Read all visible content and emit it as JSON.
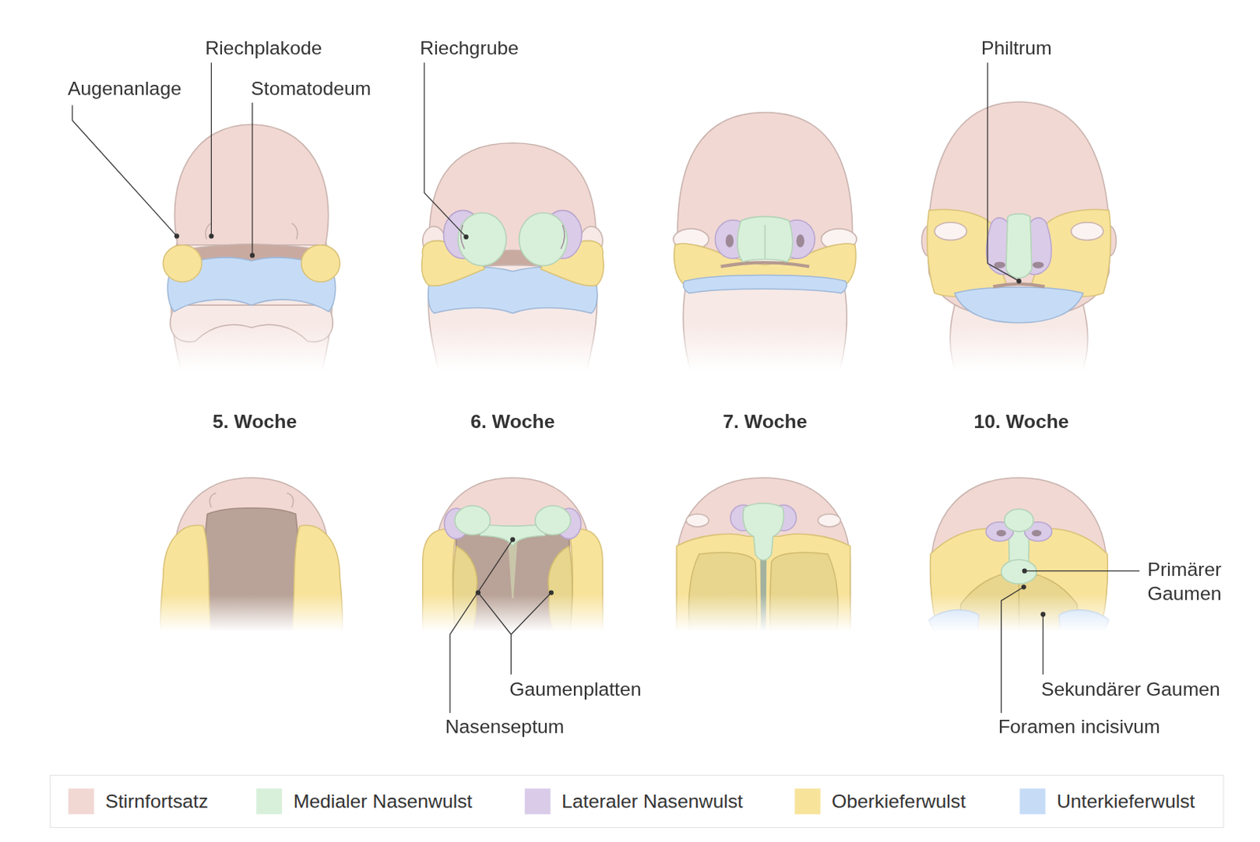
{
  "diagram": {
    "labels": [
      "Riechplakode",
      "Augenanlage",
      "Stomatodeum",
      "Riechgrube",
      "Philtrum",
      "5. Woche",
      "6. Woche",
      "7. Woche",
      "10. Woche",
      "Primärer Gaumen",
      "Gaumenplatten",
      "Sekundärer Gaumen",
      "Nasenseptum",
      "Foramen incisivum"
    ],
    "legend": [
      {
        "text": "Stirnfortsatz",
        "color": "#f1d8d3"
      },
      {
        "text": "Medialer Nasenwulst",
        "color": "#d8f0da"
      },
      {
        "text": "Lateraler Nasenwulst",
        "color": "#dacbe9"
      },
      {
        "text": "Oberkieferwulst",
        "color": "#f8e39b"
      },
      {
        "text": "Unterkieferwulst",
        "color": "#c6dcf6"
      }
    ]
  }
}
